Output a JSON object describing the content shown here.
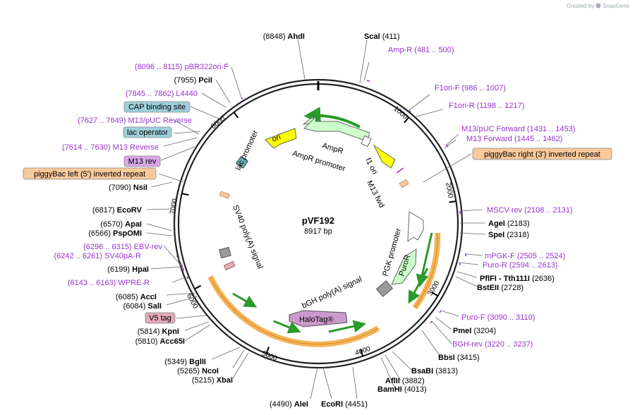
{
  "credit": {
    "prefix": "Created by",
    "brand": "SnapGene"
  },
  "plasmid": {
    "name": "pVF192",
    "length": "8917 bp"
  },
  "ticks": [
    "1000",
    "2000",
    "3000",
    "4000",
    "5000",
    "6000",
    "7000",
    "8000"
  ],
  "sites": [
    {
      "pos": "(8848)",
      "name": "AhdI"
    },
    {
      "pos": "(411)",
      "name": "ScaI"
    },
    {
      "pos": "(7955)",
      "name": "PciI"
    },
    {
      "pos": "(7090)",
      "name": "NsiI"
    },
    {
      "pos": "(6817)",
      "name": "EcoRV"
    },
    {
      "pos": "(6570)",
      "name": "ApaI"
    },
    {
      "pos": "(6566)",
      "name": "PspOMI"
    },
    {
      "pos": "(6199)",
      "name": "HpaI"
    },
    {
      "pos": "(6085)",
      "name": "AccI"
    },
    {
      "pos": "(6084)",
      "name": "SalI"
    },
    {
      "pos": "(5814)",
      "name": "KpnI"
    },
    {
      "pos": "(5810)",
      "name": "Acc65I"
    },
    {
      "pos": "(5349)",
      "name": "BglII"
    },
    {
      "pos": "(5265)",
      "name": "NcoI"
    },
    {
      "pos": "(5215)",
      "name": "XbaI"
    },
    {
      "pos": "(4490)",
      "name": "AleI"
    },
    {
      "pos": "(4451)",
      "name": "EcoRI"
    },
    {
      "pos": "(4013)",
      "name": "BamHI"
    },
    {
      "pos": "(3882)",
      "name": "AflII"
    },
    {
      "pos": "(3813)",
      "name": "BsaBI"
    },
    {
      "pos": "(3415)",
      "name": "BbsI"
    },
    {
      "pos": "(3204)",
      "name": "PmeI"
    },
    {
      "pos": "(2728)",
      "name": "BstEII"
    },
    {
      "pos": "(2636)",
      "name": "PflFI - Tth111I"
    },
    {
      "pos": "(2318)",
      "name": "SpeI"
    },
    {
      "pos": "(2183)",
      "name": "AgeI"
    }
  ],
  "primers": [
    {
      "name": "Amp-R",
      "range": "(481 .. 500)"
    },
    {
      "name": "F1ori-F",
      "range": "(986 .. 1007)"
    },
    {
      "name": "F1ori-R",
      "range": "(1198 .. 1217)"
    },
    {
      "name": "M13/pUC Forward",
      "range": "(1431 .. 1453)"
    },
    {
      "name": "M13 Forward",
      "range": "(1445 .. 1462)"
    },
    {
      "name": "MSCV-rev",
      "range": "(2108 .. 2131)"
    },
    {
      "name": "mPGK-F",
      "range": "(2505 .. 2524)"
    },
    {
      "name": "Puro-R",
      "range": "(2594 .. 2613)"
    },
    {
      "name": "Puro-F",
      "range": "(3090 .. 3110)"
    },
    {
      "name": "BGH-rev",
      "range": "(3220 .. 3237)"
    },
    {
      "name": "pBR322ori-F",
      "range": "(8096 .. 8115)"
    },
    {
      "name": "L4440",
      "range": "(7845 .. 7862)"
    },
    {
      "name": "M13/pUC Reverse",
      "range": "(7627 .. 7649)"
    },
    {
      "name": "M13 Reverse",
      "range": "(7614 .. 7630)"
    },
    {
      "name": "EBV-rev",
      "range": "(6296 .. 6315)"
    },
    {
      "name": "SV40pA-R",
      "range": "(6242 .. 6261)"
    },
    {
      "name": "WPRE-R",
      "range": "(6143 .. 6163)"
    }
  ],
  "boxes": [
    {
      "label": "CAP binding site",
      "color": "#9ecfdc"
    },
    {
      "label": "lac operator",
      "color": "#9ecfdc"
    },
    {
      "label": "M13 rev",
      "color": "#d8a7e6"
    },
    {
      "label": "piggyBac left (5') inverted repeat",
      "color": "#f8c99a"
    },
    {
      "label": "piggyBac right (3') inverted repeat",
      "color": "#f8c99a"
    },
    {
      "label": "V5 tag",
      "color": "#e0aab8"
    }
  ],
  "features": {
    "ori": "ori",
    "ampr": "AmpR",
    "ampr_promoter": "AmpR promoter",
    "f1_ori": "f1 ori",
    "m13_fwd": "M13 fwd",
    "lac_promoter": "lac promoter",
    "sv40": "SV40 poly(A) signal",
    "pgk": "PGK promoter",
    "puror": "PuroR",
    "bgh": "bGH poly(A) signal",
    "halotag": "HaloTag®"
  },
  "colors": {
    "ori": "#ffff00",
    "ampr": "#ccffcc",
    "puror": "#ccffcc",
    "halotag": "#cc99cc",
    "orange_arc": "#f5b35a",
    "green_arrow": "#33aa33",
    "primer": "#9933cc"
  }
}
